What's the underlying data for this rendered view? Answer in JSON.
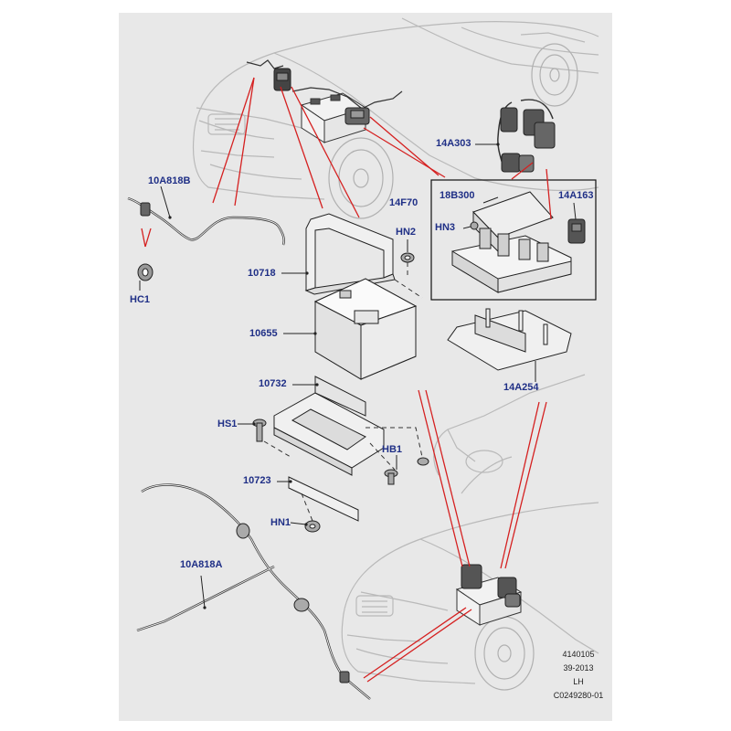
{
  "labels": {
    "l_10A818B": "10A818B",
    "l_HC1": "HC1",
    "l_10718": "10718",
    "l_HN2": "HN2",
    "l_10655": "10655",
    "l_10732": "10732",
    "l_HS1": "HS1",
    "l_HB1": "HB1",
    "l_10723": "10723",
    "l_HN1": "HN1",
    "l_10A818A": "10A818A",
    "l_14A303": "14A303",
    "l_14F70": "14F70",
    "l_18B300": "18B300",
    "l_14A163": "14A163",
    "l_HN3": "HN3",
    "l_14A254": "14A254"
  },
  "meta": {
    "line1": "4140105",
    "line2": "39-2013",
    "line3": "LH",
    "line4": "C0249280-01"
  }
}
